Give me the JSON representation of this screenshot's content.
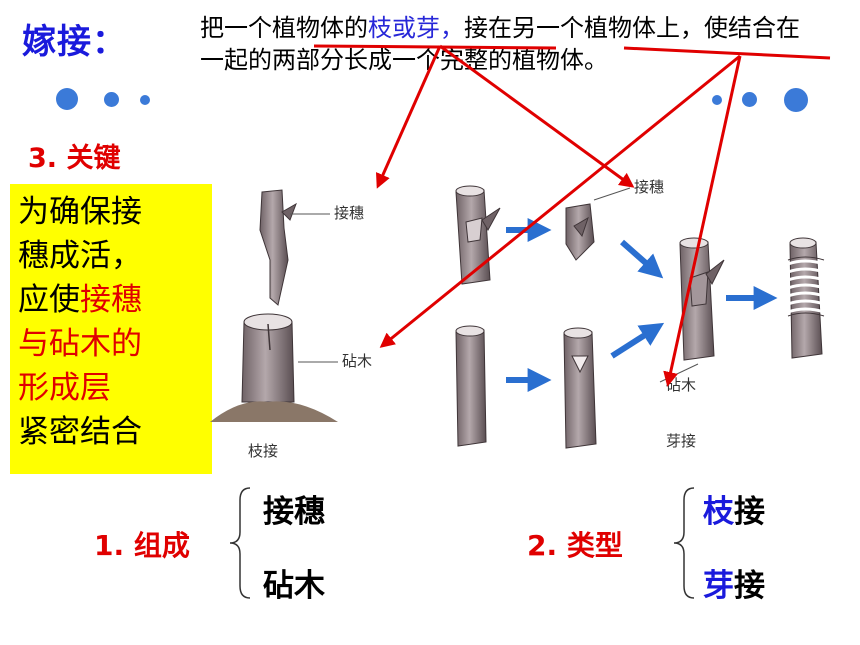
{
  "title": "嫁接：",
  "definition": {
    "part1": "把一个植物体的",
    "highlight": "枝或芽，",
    "part2": "接在另一个植物体上，使结合在一起的两部分长成一个完整的植物体。"
  },
  "key": {
    "heading": "3. 关键",
    "lines": [
      "为确保接",
      "穗成活，"
    ],
    "line3_prefix": "应使",
    "line3_red": "接穗",
    "red_lines": [
      "与砧木的",
      "形成层"
    ],
    "last_line": "紧密结合"
  },
  "diagram": {
    "scion_label_left": "接穗",
    "stock_label_left": "砧木",
    "caption_left": "枝接",
    "scion_label_right": "接穗",
    "stock_label_right": "砧木",
    "caption_right": "芽接"
  },
  "composition": {
    "heading": "1. 组成",
    "items": [
      "接穗",
      "砧木"
    ]
  },
  "types": {
    "heading": "2. 类型",
    "item1_blue": "枝",
    "item1_rest": "接",
    "item2_blue": "芽",
    "item2_rest": "接"
  },
  "colors": {
    "title": "#1a1adc",
    "accent_red": "#e00000",
    "highlight_box": "#ffff00",
    "arrow_blue": "#2a6fd0",
    "dots": "#3b7ad8"
  }
}
